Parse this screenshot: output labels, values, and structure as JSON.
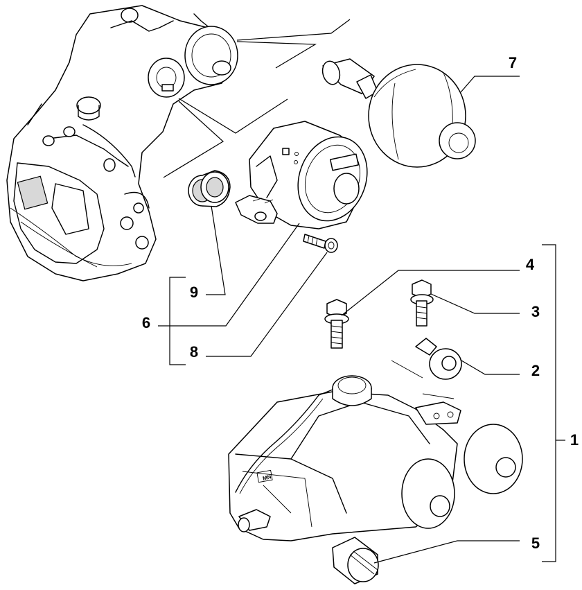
{
  "diagram": {
    "callouts": [
      {
        "id": "1",
        "label": "1"
      },
      {
        "id": "2",
        "label": "2"
      },
      {
        "id": "3",
        "label": "3"
      },
      {
        "id": "4",
        "label": "4"
      },
      {
        "id": "5",
        "label": "5"
      },
      {
        "id": "6",
        "label": "6"
      },
      {
        "id": "7",
        "label": "7"
      },
      {
        "id": "8",
        "label": "8"
      },
      {
        "id": "9",
        "label": "9"
      }
    ],
    "stamp_text": "MN"
  }
}
